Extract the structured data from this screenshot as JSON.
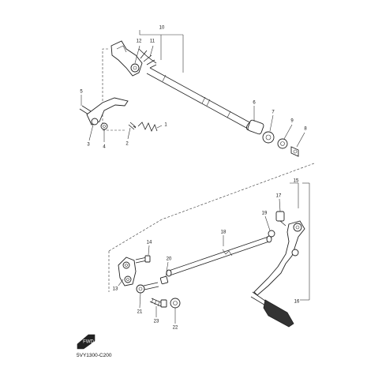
{
  "callouts": {
    "c1": "1",
    "c2": "2",
    "c3": "3",
    "c4": "4",
    "c5": "5",
    "c6": "6",
    "c7": "7",
    "c8": "8",
    "c9": "9",
    "c10": "10",
    "c11": "11",
    "c12": "12",
    "c13": "13",
    "c14": "14",
    "c15": "15",
    "c16": "16",
    "c17": "17",
    "c18": "18",
    "c19": "19",
    "c20": "20",
    "c21": "21",
    "c22": "22",
    "c23": "23"
  },
  "diagram_code": "5VY1300-C200",
  "front_marker": "FWD"
}
